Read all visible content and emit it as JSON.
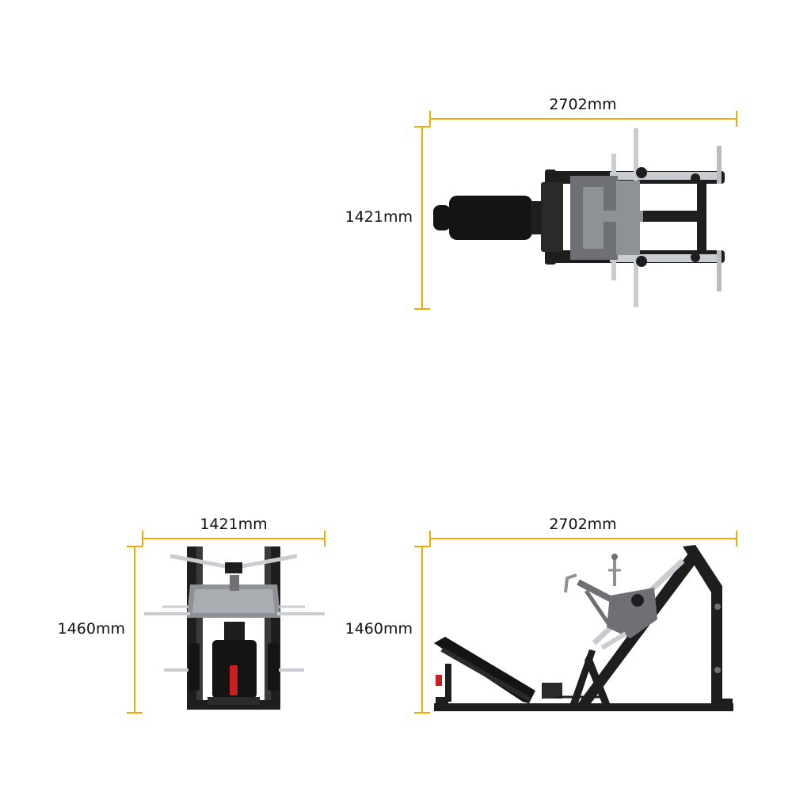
{
  "colors": {
    "dimension_line": "#f2a900",
    "frame": "#1e1e1e",
    "steel": "#8e9196",
    "chrome": "#c9ccd0",
    "plate": "#6e7075",
    "pad": "#141414",
    "accent": "#c8201e"
  },
  "views": {
    "top": {
      "width_label": "2702mm",
      "depth_label": "1421mm"
    },
    "front": {
      "width_label": "1421mm",
      "height_label": "1460mm"
    },
    "side": {
      "length_label": "2702mm",
      "height_label": "1460mm"
    }
  }
}
